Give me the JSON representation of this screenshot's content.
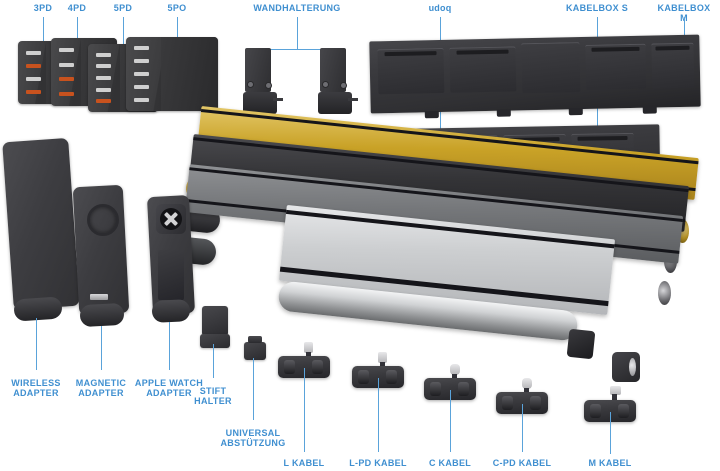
{
  "page": {
    "background": "#ffffff",
    "label_color": "#3f8fd0",
    "leader_color": "#5aa3da",
    "product_dark": "#333335",
    "product_gold": "#c9a227",
    "product_silver": "#c9cbcd"
  },
  "labels": {
    "charger_3pd": "3PD",
    "charger_4pd": "4PD",
    "charger_5pd": "5PD",
    "charger_5po": "5PO",
    "wall_mount": "WANDHALTERUNG",
    "brand": "udoq",
    "kabelbox_s": "KABELBOX S",
    "kabelbox_m": "KABELBOX M",
    "wireless_adapter": "WIRELESS\nADAPTER",
    "magnetic_adapter": "MAGNETIC\nADAPTER",
    "apple_watch_adapter": "APPLE WATCH\nADAPTER",
    "stift_halter": "STIFT\nHALTER",
    "universal_support": "UNIVERSAL\nABSTÜTZUNG",
    "cable_l": "L KABEL",
    "cable_lpd": "L-PD KABEL",
    "cable_c": "C KABEL",
    "cable_cpd": "C-PD KABEL",
    "cable_m": "M KABEL"
  },
  "chargers": [
    {
      "name": "3PD",
      "ports": [
        "a",
        "o",
        "a",
        "o"
      ]
    },
    {
      "name": "4PD",
      "ports": [
        "a",
        "a",
        "o",
        "o"
      ]
    },
    {
      "name": "5PD",
      "ports": [
        "a",
        "a",
        "a",
        "a",
        "o"
      ]
    },
    {
      "name": "5PO",
      "ports": [
        "a",
        "a",
        "a",
        "a",
        "a"
      ]
    }
  ],
  "rails": [
    {
      "name": "gold-rail",
      "finish": "gold"
    },
    {
      "name": "black-rail",
      "finish": "black"
    },
    {
      "name": "grey-rail",
      "finish": "grey"
    },
    {
      "name": "silver-rail",
      "finish": "silver"
    }
  ],
  "cables": [
    {
      "name": "L KABEL",
      "tip": "lightning"
    },
    {
      "name": "L-PD KABEL",
      "tip": "lightning"
    },
    {
      "name": "C KABEL",
      "tip": "usb-c"
    },
    {
      "name": "C-PD KABEL",
      "tip": "usb-c"
    },
    {
      "name": "M KABEL",
      "tip": "micro-usb"
    }
  ]
}
